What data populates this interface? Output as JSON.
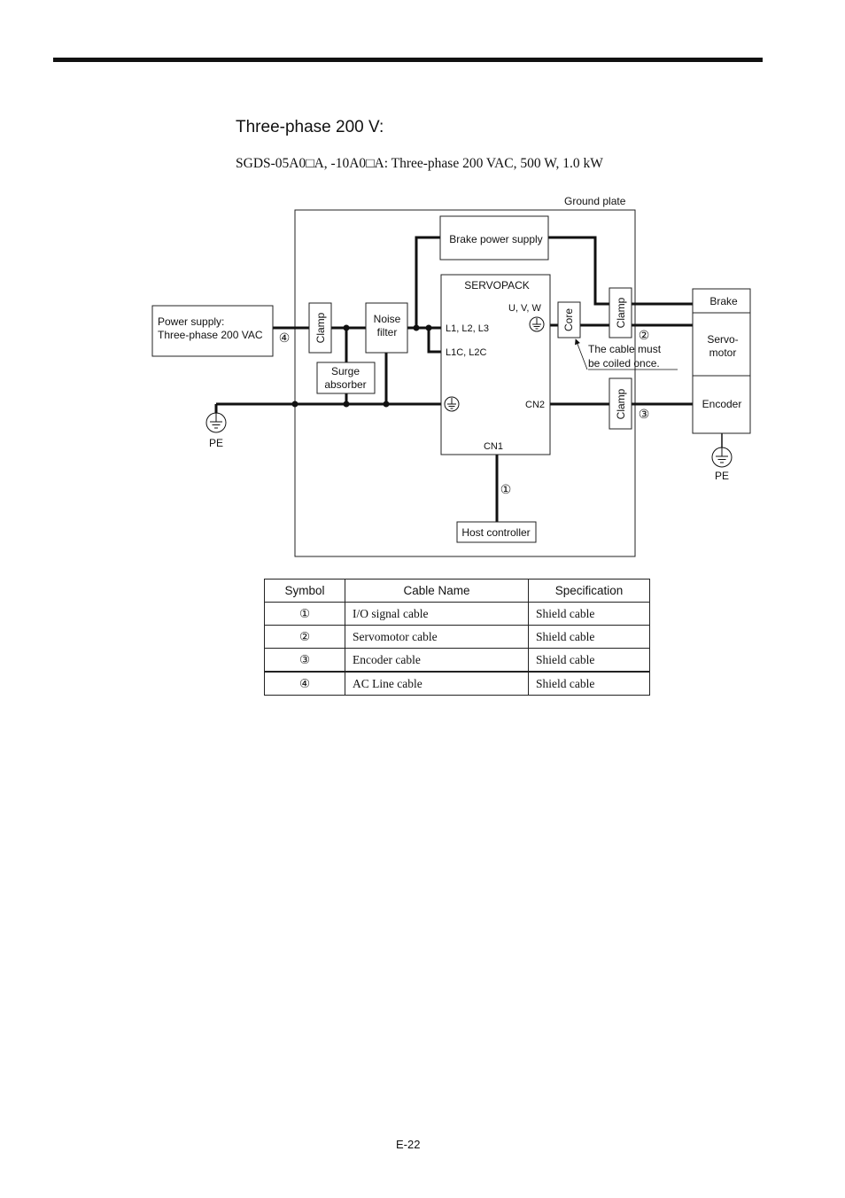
{
  "heading": "Three-phase 200 V:",
  "subheading": "SGDS-05A0□A, -10A0□A: Three-phase 200 VAC, 500 W, 1.0 kW",
  "diagram": {
    "ground_plate": "Ground plate",
    "brake_power_supply": "Brake power supply",
    "servopack": "SERVOPACK",
    "uvw": "U, V, W",
    "l1l2l3": "L1, L2, L3",
    "l1cl2c": "L1C, L2C",
    "cn2": "CN2",
    "cn1": "CN1",
    "power_supply_line1": "Power supply:",
    "power_supply_line2": "Three-phase 200 VAC",
    "clamp": "Clamp",
    "noise_filter_line1": "Noise",
    "noise_filter_line2": "filter",
    "surge_line1": "Surge",
    "surge_line2": "absorber",
    "core": "Core",
    "coil_note_line1": "The cable must",
    "coil_note_line2": "be coiled once.",
    "brake": "Brake",
    "servomotor_line1": "Servo-",
    "servomotor_line2": "motor",
    "encoder": "Encoder",
    "host_controller": "Host controller",
    "pe": "PE",
    "sym1": "①",
    "sym2": "②",
    "sym3": "③",
    "sym4": "④"
  },
  "table": {
    "headers": [
      "Symbol",
      "Cable Name",
      "Specification"
    ],
    "rows": [
      {
        "symbol": "①",
        "name": "I/O signal cable",
        "spec": "Shield cable"
      },
      {
        "symbol": "②",
        "name": "Servomotor cable",
        "spec": "Shield cable"
      },
      {
        "symbol": "③",
        "name": "Encoder cable",
        "spec": "Shield cable"
      },
      {
        "symbol": "④",
        "name": "AC Line cable",
        "spec": "Shield cable"
      }
    ]
  },
  "page_number": "E-22"
}
